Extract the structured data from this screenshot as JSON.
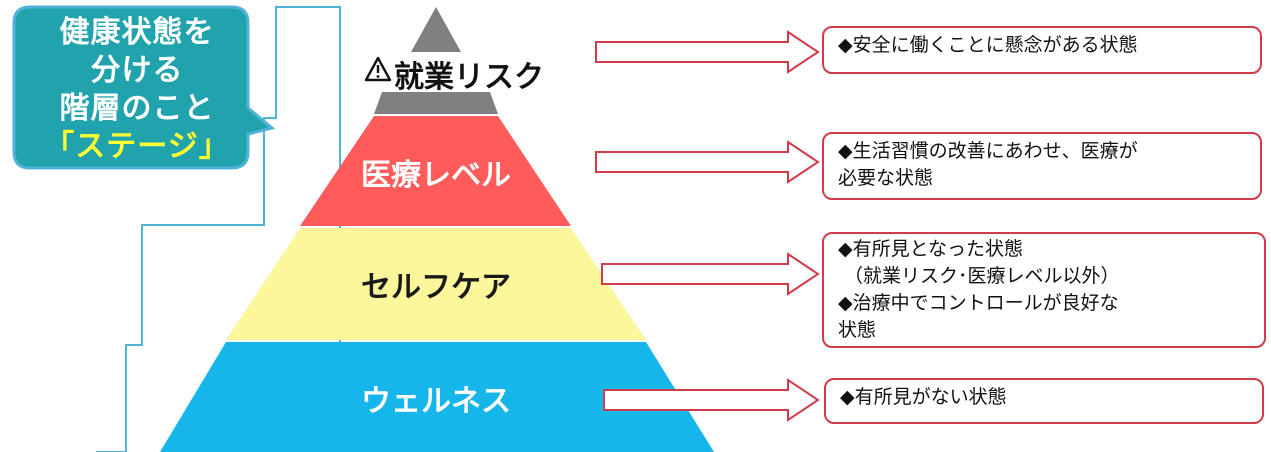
{
  "callout": {
    "lines": [
      "健康状態を",
      "分ける",
      "階層のこと"
    ],
    "stage_label": "「ステージ」",
    "fill_color": "#20a3ad",
    "border_color": "#4fb3d9",
    "accent_color": "#ffff33"
  },
  "pyramid": {
    "tiers": [
      {
        "label": "就業リスク",
        "icon": "warning-triangle-icon",
        "color": "#808080"
      },
      {
        "label": "医療レベル",
        "color": "#ff5b5b"
      },
      {
        "label": "セルフケア",
        "color": "#fbf79a"
      },
      {
        "label": "ウェルネス",
        "color": "#17b6ea"
      }
    ],
    "step_line_color": "#4fb3d9"
  },
  "descriptions": [
    {
      "lines": [
        "◆安全に働くことに懸念がある状態"
      ]
    },
    {
      "lines": [
        "◆生活習慣の改善にあわせ、医療が",
        "必要な状態"
      ]
    },
    {
      "lines": [
        "◆有所見となった状態",
        "（就業リスク･医療レベル以外）",
        "◆治療中でコントロールが良好な",
        "状態"
      ]
    },
    {
      "lines": [
        "◆有所見がない状態"
      ]
    }
  ],
  "arrow_color": "#d23b4a"
}
